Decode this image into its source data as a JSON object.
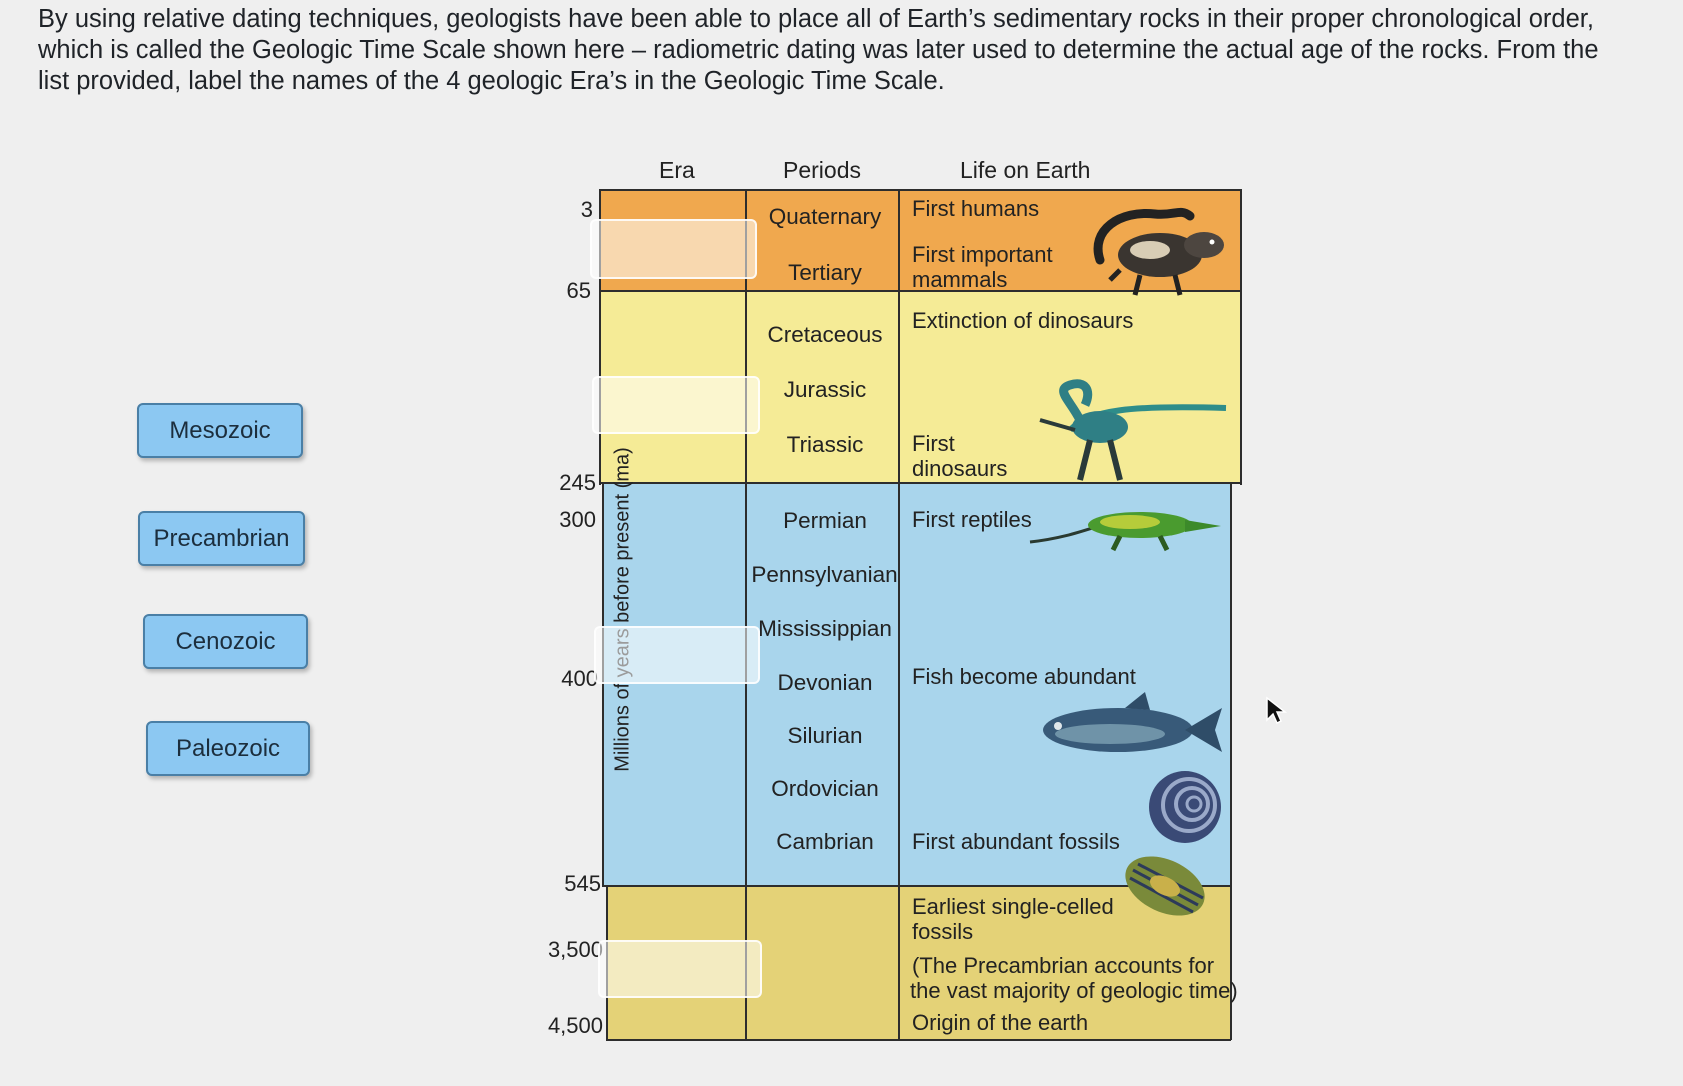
{
  "instructions": "By using relative dating techniques, geologists have been able to place all of Earth’s sedimentary rocks in their proper chronological order, which is called the Geologic Time Scale shown here – radiometric dating was later used to determine the actual age of the rocks. From the list provided, label the names of the 4 geologic Era’s in the Geologic Time Scale.",
  "answer_choices": [
    "Mesozoic",
    "Precambrian",
    "Cenozoic",
    "Paleozoic"
  ],
  "headers": {
    "era": "Era",
    "periods": "Periods",
    "life": "Life on Earth"
  },
  "y_axis_label": "Millions of years before present (ma)",
  "ticks": [
    "3",
    "65",
    "245",
    "300",
    "400",
    "545",
    "3,500",
    "4,500"
  ],
  "periods": [
    "Quaternary",
    "Tertiary",
    "Cretaceous",
    "Jurassic",
    "Triassic",
    "Permian",
    "Pennsylvanian",
    "Mississippian",
    "Devonian",
    "Silurian",
    "Ordovician",
    "Cambrian"
  ],
  "life_events": {
    "first_humans": "First humans",
    "first_mammals_1": "First important",
    "first_mammals_2": "mammals",
    "extinction": "Extinction of dinosaurs",
    "first_dinos_1": "First",
    "first_dinos_2": "dinosaurs",
    "first_reptiles": "First reptiles",
    "fish": "Fish become abundant",
    "fossils": "First abundant fossils",
    "single_celled_1": "Earliest single-celled",
    "single_celled_2": "fossils",
    "precambrian_note_1": "(The Precambrian accounts for",
    "precambrian_note_2": "the vast majority of geologic time)",
    "origin": "Origin of the earth"
  },
  "colors": {
    "cenozoic_band": "#f0a84e",
    "mesozoic_band": "#f5eb96",
    "paleozoic_band": "#a9d5ec",
    "precambrian_band": "#e4d277",
    "choice_button": "#8cc8f2"
  },
  "drop_zones": 4,
  "icons": [
    "mammal-illustration",
    "dinosaur-illustration",
    "reptile-illustration",
    "fish-illustration",
    "ammonite-illustration",
    "trilobite-illustration",
    "mouse-cursor-icon"
  ]
}
